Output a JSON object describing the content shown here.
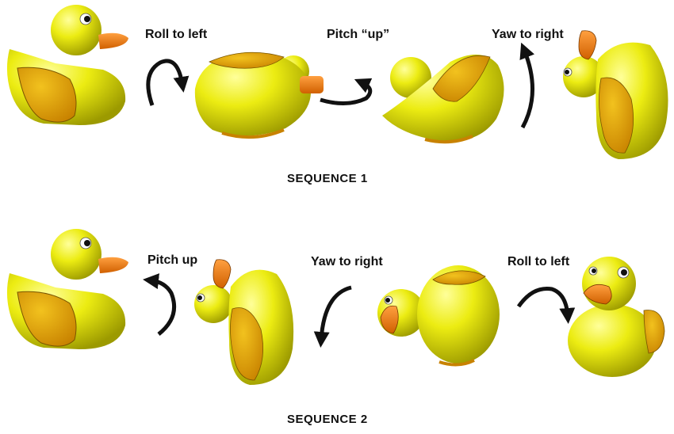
{
  "sequence_1": {
    "title": "SEQUENCE 1",
    "steps": [
      {
        "label": "Roll to left"
      },
      {
        "label": "Pitch “up”"
      },
      {
        "label": "Yaw to right"
      }
    ]
  },
  "sequence_2": {
    "title": "SEQUENCE 2",
    "steps": [
      {
        "label": "Pitch up"
      },
      {
        "label": "Yaw to right"
      },
      {
        "label": "Roll to left"
      }
    ]
  },
  "colors": {
    "duck_body": "#e6e60a",
    "duck_wing": "#e0a000",
    "duck_beak": "#f08010",
    "arrow": "#111111"
  }
}
